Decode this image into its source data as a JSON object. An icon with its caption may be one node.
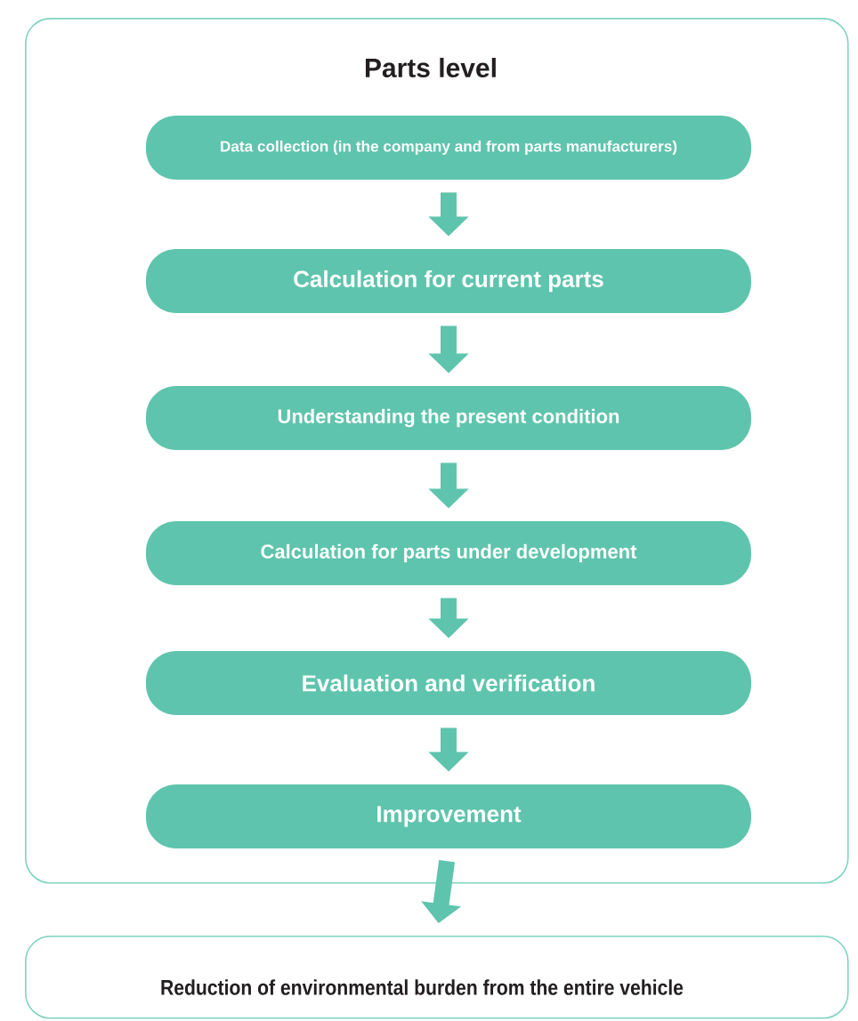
{
  "diagram": {
    "nodes": [
      {
        "text": [
          "Parts level"
        ]
      },
      {
        "text": [
          "Data collection (in the company and from parts manufacturers)"
        ],
        "in": 0
      },
      {
        "text": [
          "Calculation for current parts"
        ],
        "in": 0
      },
      {
        "text": [
          "Understanding the present condition"
        ],
        "in": 0
      },
      {
        "text": [
          "Calculation for parts under development"
        ],
        "in": 0
      },
      {
        "text": [
          "Evaluation and verification"
        ],
        "in": 0
      },
      {
        "text": [
          "Improvement"
        ],
        "in": 0
      },
      {
        "text": [
          "Reduction of environmental burden from the entire vehicle"
        ]
      }
    ],
    "edges": [
      {
        "from": 1,
        "to": 2,
        "arrow": "to"
      },
      {
        "from": 2,
        "to": 3,
        "arrow": "to"
      },
      {
        "from": 3,
        "to": 4,
        "arrow": "to"
      },
      {
        "from": 4,
        "to": 5,
        "arrow": "to"
      },
      {
        "from": 5,
        "to": 6,
        "arrow": "to"
      },
      {
        "from": 6,
        "to": 7,
        "arrow": "to"
      }
    ]
  }
}
